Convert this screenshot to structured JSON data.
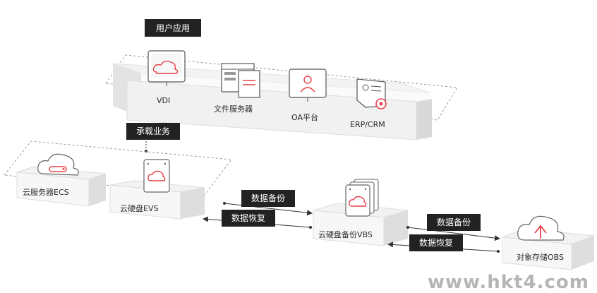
{
  "diagram": {
    "user_apps": {
      "tag": "用户应用",
      "items": [
        {
          "label": "VDI",
          "icon": "monitor-cloud-icon"
        },
        {
          "label": "文件服务器",
          "icon": "file-server-window-icon"
        },
        {
          "label": "OA平台",
          "icon": "monitor-user-icon"
        },
        {
          "label": "ERP/CRM",
          "icon": "id-card-gear-icon"
        }
      ]
    },
    "carry_tag": "承载业务",
    "compute": {
      "ecs_label": "云服务器ECS",
      "evs_label": "云硬盘EVS"
    },
    "vbs_label": "云硬盘备份VBS",
    "obs_label": "对象存储OBS",
    "flows": {
      "backup_1": "数据备份",
      "restore_1": "数据恢复",
      "backup_2": "数据备份",
      "restore_2": "数据恢复"
    },
    "watermark": "www.hkt4.com",
    "colors": {
      "accent_red": "#e8404a",
      "tag_bg": "#222222",
      "platform_top": "#f3f3f3",
      "platform_side": "#dedede"
    }
  }
}
